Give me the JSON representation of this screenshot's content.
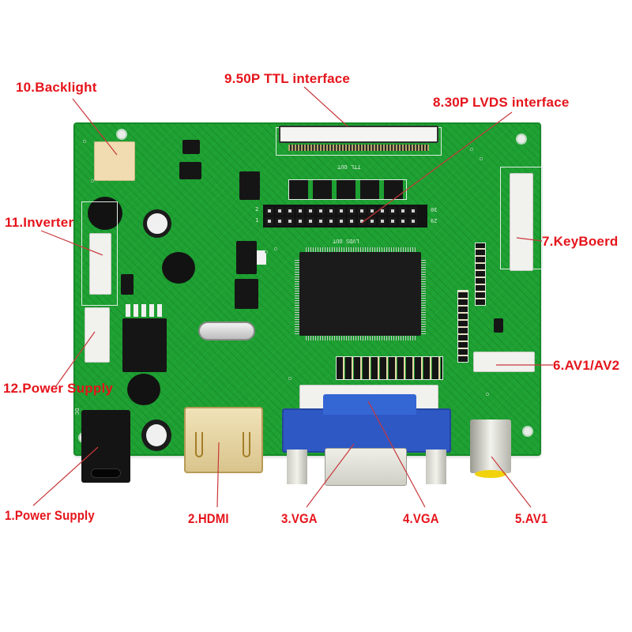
{
  "image": {
    "subject": "LCD driver controller board (PCB) with annotated interfaces",
    "background": "#ffffff",
    "label_color": "#e5141b",
    "board_color": "#1ea032"
  },
  "labels": [
    {
      "id": 1,
      "text": "1.Power Supply"
    },
    {
      "id": 2,
      "text": "2.HDMI"
    },
    {
      "id": 3,
      "text": "3.VGA"
    },
    {
      "id": 4,
      "text": "4.VGA"
    },
    {
      "id": 5,
      "text": "5.AV1"
    },
    {
      "id": 6,
      "text": "6.AV1/AV2"
    },
    {
      "id": 7,
      "text": "7.KeyBoerd"
    },
    {
      "id": 8,
      "text": "8.30P LVDS interface"
    },
    {
      "id": 9,
      "text": "9.50P TTL interface"
    },
    {
      "id": 10,
      "text": "10.Backlight"
    },
    {
      "id": 11,
      "text": "11.Inverter"
    },
    {
      "id": 12,
      "text": "12.Power Supply"
    }
  ],
  "silkscreen": {
    "ttl_out": "TTL OUT",
    "lvds_out": "LVDS OUT",
    "pin_30": "30",
    "pin_29": "29",
    "pin_2": "2",
    "pin_1": "1",
    "jack_mark": "DC"
  }
}
